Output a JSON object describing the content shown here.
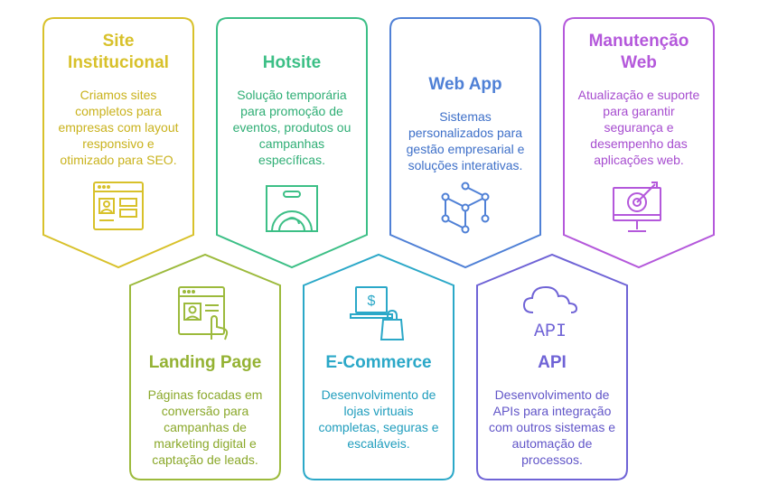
{
  "colors": {
    "c1": "#d8c12a",
    "c2": "#3cbf86",
    "c3": "#4f80d6",
    "c4": "#b458db",
    "c5": "#9cba3c",
    "c6": "#2ba8c8",
    "c7": "#6f63d6"
  },
  "cards": [
    {
      "title": "Site Institucional",
      "desc": "Criamos sites completos para empresas com layout responsivo e otimizado para SEO.",
      "icon": "website-layout-icon"
    },
    {
      "title": "Hotsite",
      "desc": "Solução temporária para promoção de eventos, produtos ou campanhas específicas.",
      "icon": "shopping-bag-icon"
    },
    {
      "title": "Web App",
      "desc": "Sistemas personalizados para gestão empresarial e soluções interativas.",
      "icon": "network-nodes-icon"
    },
    {
      "title": "Manutenção Web",
      "desc": "Atualização e suporte para garantir segurança e desempenho das aplicações web.",
      "icon": "monitor-target-icon"
    },
    {
      "title": "Landing Page",
      "desc": "Páginas focadas em conversão para campanhas de marketing digital e captação de leads.",
      "icon": "page-click-icon"
    },
    {
      "title": "E-Commerce",
      "desc": "Desenvolvimento de lojas virtuais completas, seguras e escaláveis.",
      "icon": "laptop-dollar-bag-icon"
    },
    {
      "title": "API",
      "desc": "Desenvolvimento de APIs para integração com outros sistemas e automação de processos.",
      "icon": "cloud-api-icon"
    }
  ]
}
